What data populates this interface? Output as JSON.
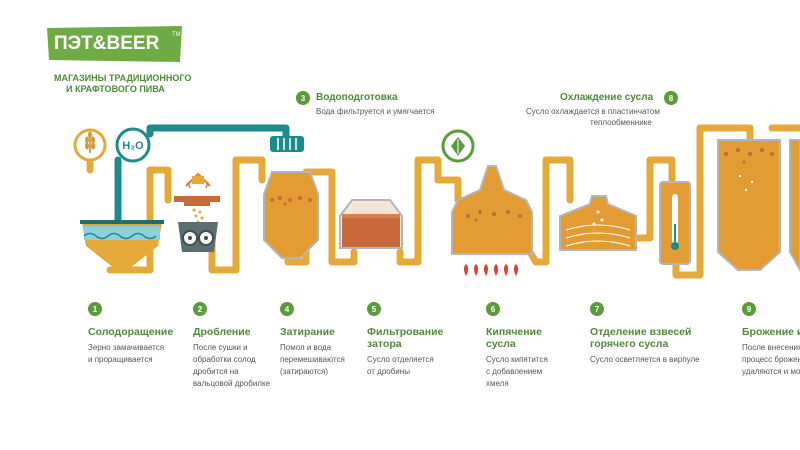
{
  "logo": {
    "text": "ПЭТ&BEER",
    "tm": "TM",
    "subtitle_line1": "МАГАЗИНЫ ТРАДИЦИОННОГО",
    "subtitle_line2": "И КРАФТОВОГО ПИВА"
  },
  "colors": {
    "pipe_orange": "#e5a93a",
    "pipe_teal": "#1d8b8c",
    "accent_green": "#5a9b3b",
    "wort": "#e39b34",
    "mash_red": "#c8693b",
    "fire": "#e53a2e"
  },
  "icons": {
    "grain": "wheat-icon",
    "water": "h2o-icon",
    "hop": "hop-icon"
  },
  "labels": {
    "water": "H₂O"
  },
  "top_steps": [
    {
      "num": "3",
      "title": "Водоподготовка",
      "desc1": "Вода фильтруется и умягчается",
      "desc2": ""
    },
    {
      "num": "8",
      "title": "Охлаждение сусла",
      "desc1": "Сусло охлаждается в пластинчатом",
      "desc2": "теплообменнике"
    }
  ],
  "steps": [
    {
      "num": "1",
      "title1": "Солодоращение",
      "title2": "",
      "desc": [
        "Зерно замачивается",
        "и проращивается"
      ]
    },
    {
      "num": "2",
      "title1": "Дробление",
      "title2": "",
      "desc": [
        "После сушки и",
        "обработки солод",
        "дробится на",
        "вальцовой дробилке"
      ]
    },
    {
      "num": "4",
      "title1": "Затирание",
      "title2": "",
      "desc": [
        "Помол и вода",
        "перемешиваются",
        "(затираются)"
      ]
    },
    {
      "num": "5",
      "title1": "Фильтрование",
      "title2": "затора",
      "desc": [
        "Сусло отделяется",
        "от дробины"
      ]
    },
    {
      "num": "6",
      "title1": "Кипячение",
      "title2": "сусла",
      "desc": [
        "Сусло кипятится",
        "с добавлением",
        "хмеля"
      ]
    },
    {
      "num": "7",
      "title1": "Отделение взвесей",
      "title2": "горячего сусла",
      "desc": [
        "Сусло осветляется в вирпуле"
      ]
    },
    {
      "num": "9",
      "title1": "Брожение и",
      "title2": "",
      "desc": [
        "После внесения",
        "процесс брожен",
        "удаляются и мо"
      ]
    }
  ]
}
